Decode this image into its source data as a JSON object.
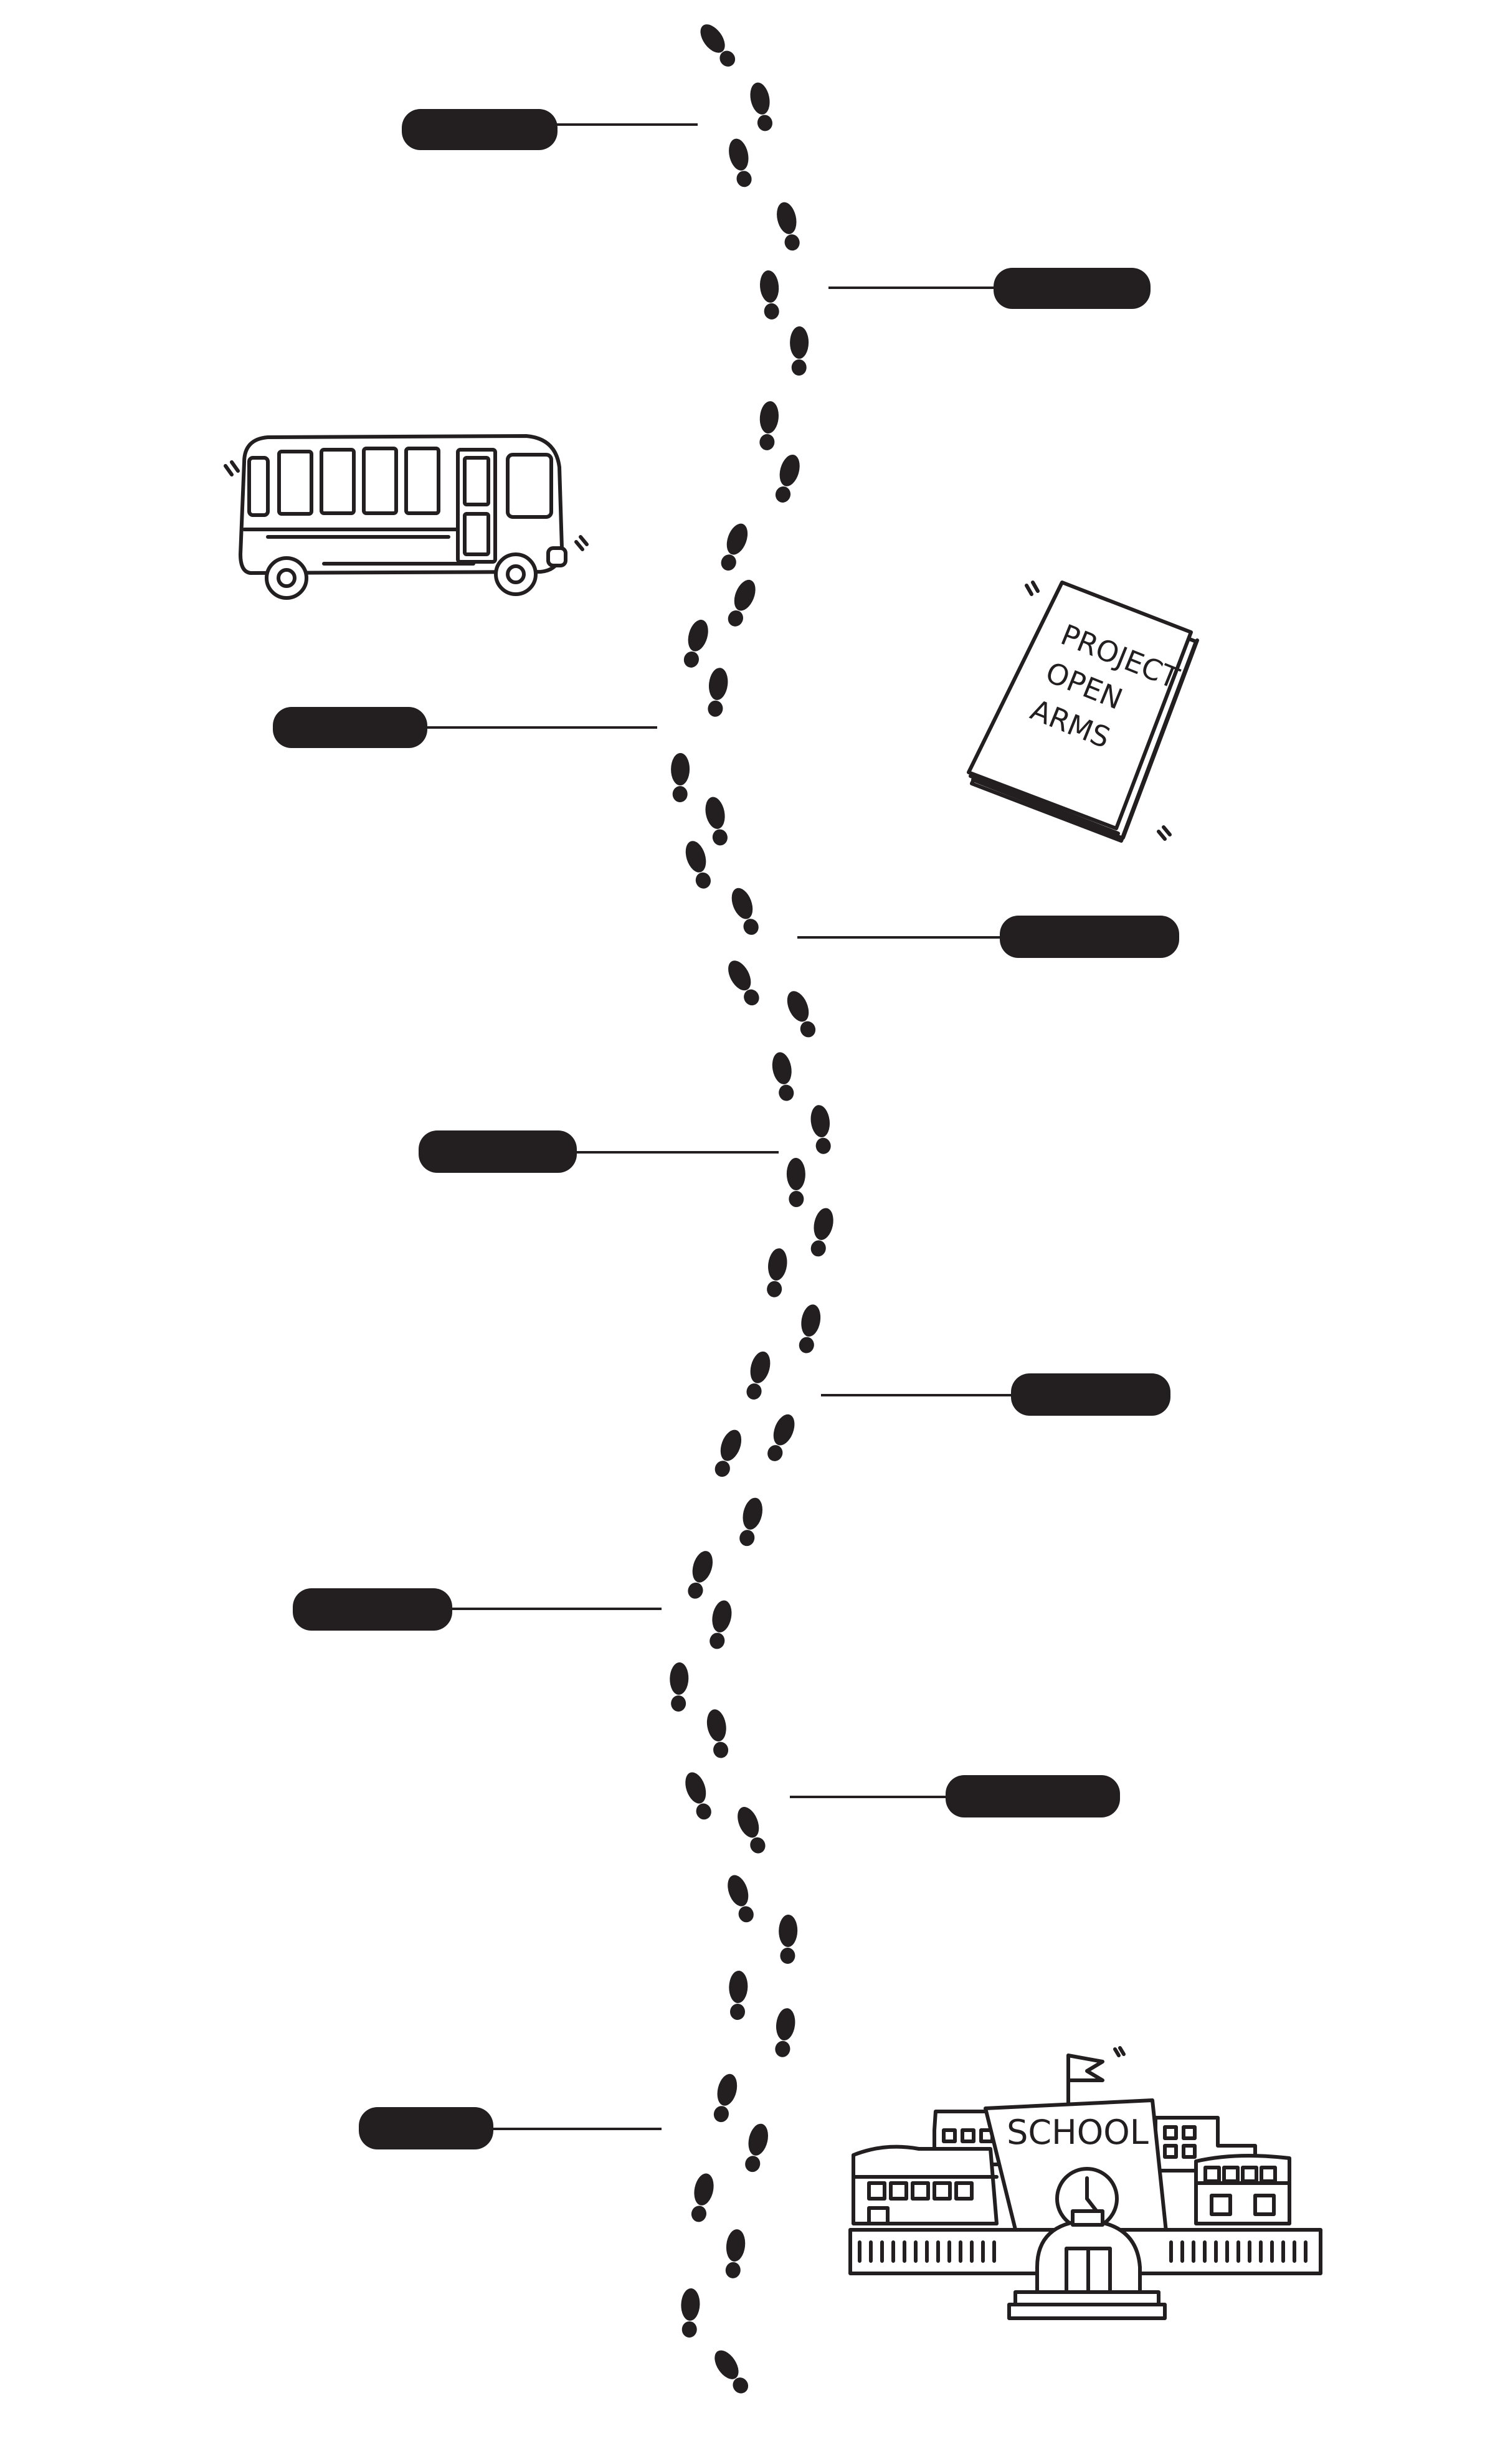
{
  "timeline": {
    "labels": [
      "",
      "",
      "",
      "",
      "",
      "",
      "",
      "",
      ""
    ]
  },
  "illustrations": {
    "bus": {
      "icon": "school-bus-icon"
    },
    "booklet": {
      "icon": "booklet-icon",
      "text_lines": [
        "PROJECT",
        "OPEN",
        "ARMS"
      ]
    },
    "school": {
      "icon": "school-building-icon",
      "sign": "SCHOOL"
    }
  },
  "colors": {
    "ink": "#231f20",
    "background": "#ffffff"
  }
}
